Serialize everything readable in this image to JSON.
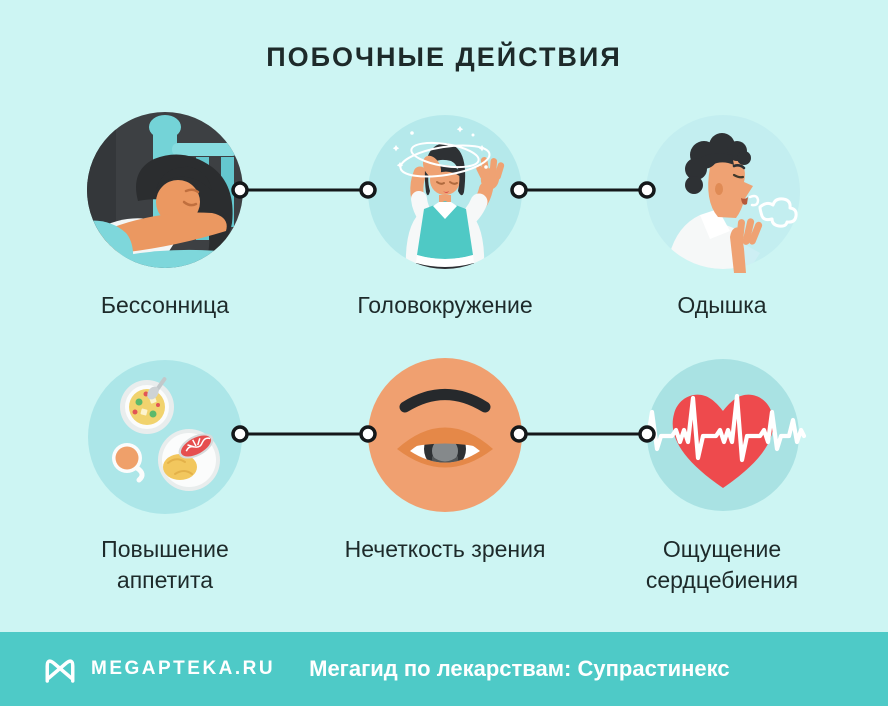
{
  "title": "ПОБОЧНЫЕ ДЕЙСТВИЯ",
  "items": [
    {
      "label": "Бессонница",
      "icon": "insomnia-icon"
    },
    {
      "label": "Головокружение",
      "icon": "dizziness-icon"
    },
    {
      "label": "Одышка",
      "icon": "shortness-of-breath-icon"
    },
    {
      "label": "Повышение аппетита",
      "icon": "increased-appetite-icon"
    },
    {
      "label": "Нечеткость зрения",
      "icon": "blurred-vision-icon"
    },
    {
      "label": "Ощущение сердцебиения",
      "icon": "heart-palpitations-icon"
    }
  ],
  "footer": {
    "brand": "MEGAPTEKA.RU",
    "tagline": "Мегагид по лекарствам: Супрастинекс",
    "logo_icon": "megapteka-m-logo-icon"
  },
  "colors": {
    "background": "#cdf5f3",
    "footer_bar": "#4ecac7",
    "text_dark": "#1d2a2a",
    "circle_teal": "#b2e8ea",
    "heart_red": "#ee4a4d",
    "skin_orange": "#efa273",
    "connector_black": "#14181a"
  }
}
